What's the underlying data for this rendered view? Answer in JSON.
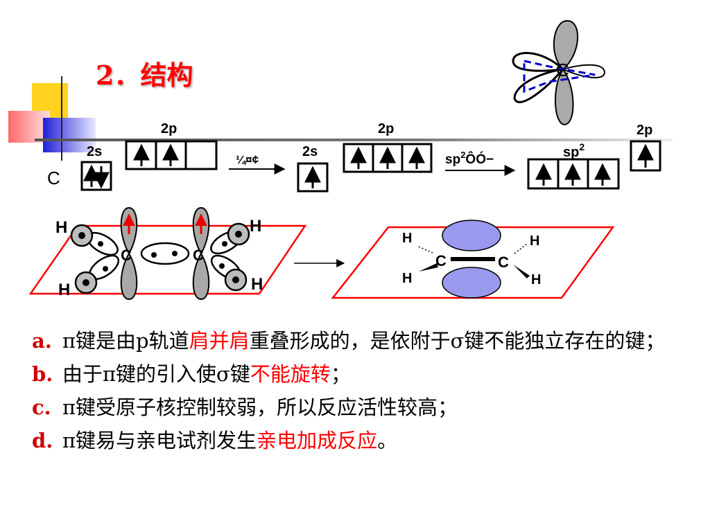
{
  "title": "2．结构",
  "config": {
    "atom": "C",
    "s_label": "2s",
    "p_label": "2p",
    "sp2_label": "sp",
    "sp2_sup": "2",
    "arrow1_label": "¼¤¢",
    "arrow2_label": "sp",
    "arrow2_sup": "2",
    "arrow2_tail": "ÔÓ−"
  },
  "bonds": {
    "atoms": [
      "C",
      "C"
    ],
    "hydrogens": [
      "H",
      "H",
      "H",
      "H"
    ]
  },
  "bullets": [
    {
      "label": "a.",
      "parts": [
        "π键是由p轨道",
        "肩并肩",
        "重叠形成的，是依附于σ键不能独立存在的键；"
      ]
    },
    {
      "label": "b.",
      "parts": [
        "由于π键的引入使σ键",
        "不能旋转",
        "；"
      ]
    },
    {
      "label": "c.",
      "parts": [
        "π键受原子核控制较弱，所以反应活性较高；"
      ]
    },
    {
      "label": "d.",
      "parts": [
        "π键易与亲电试剂发生",
        "亲电加成反应",
        "。"
      ]
    }
  ],
  "colors": {
    "title": "#ff0000",
    "plane": "#ff0000",
    "pi_lobe": "#9999ee",
    "orbital": "#999999",
    "hybrid_dash": "#0000cc"
  }
}
